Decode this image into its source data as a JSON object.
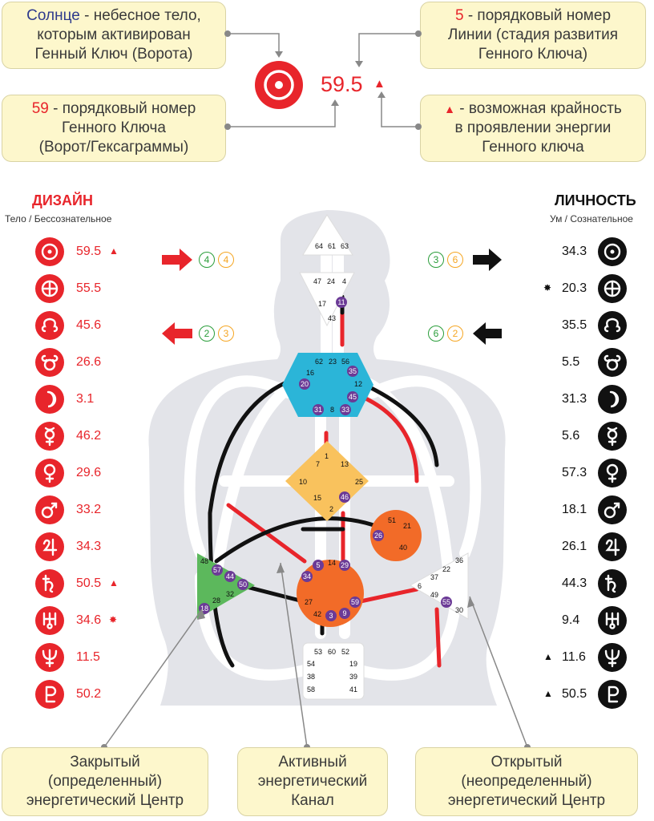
{
  "callouts": {
    "sun": {
      "p1": "Солнце",
      "p2": " - небесное тело,\nкоторым активирован\nГенный Ключ (Ворота)"
    },
    "line": {
      "p1": "5",
      "p2": " - порядковый номер\nЛинии (стадия развития\nГенного Ключа)"
    },
    "gate": {
      "p1": "59",
      "p2": " - порядковый номер\nГенного Ключа\n(Ворот/Гексаграммы)"
    },
    "extreme": {
      "p1": "▲",
      "p2": " - возможная крайность\nв проявлении энергии\nГенного ключа"
    }
  },
  "center_example": {
    "value": "59.5",
    "marker": "▲"
  },
  "design": {
    "title": "ДИЗАЙН",
    "subtitle": "Тело / Бессознательное",
    "rows": [
      {
        "planet": "sun-icon",
        "value": "59.5",
        "mark": "▲"
      },
      {
        "planet": "earth-icon",
        "value": "55.5",
        "mark": ""
      },
      {
        "planet": "north-node-icon",
        "value": "45.6",
        "mark": ""
      },
      {
        "planet": "south-node-icon",
        "value": "26.6",
        "mark": ""
      },
      {
        "planet": "moon-icon",
        "value": "3.1",
        "mark": ""
      },
      {
        "planet": "mercury-icon",
        "value": "46.2",
        "mark": ""
      },
      {
        "planet": "venus-icon",
        "value": "29.6",
        "mark": ""
      },
      {
        "planet": "mars-icon",
        "value": "33.2",
        "mark": ""
      },
      {
        "planet": "jupiter-icon",
        "value": "34.3",
        "mark": ""
      },
      {
        "planet": "saturn-icon",
        "value": "50.5",
        "mark": "▲"
      },
      {
        "planet": "uranus-icon",
        "value": "34.6",
        "mark": "✸"
      },
      {
        "planet": "neptune-icon",
        "value": "11.5",
        "mark": ""
      },
      {
        "planet": "pluto-icon",
        "value": "50.2",
        "mark": ""
      }
    ],
    "arrow_top": {
      "a": "4",
      "b": "4"
    },
    "arrow_bottom": {
      "a": "2",
      "b": "3"
    }
  },
  "personality": {
    "title": "ЛИЧНОСТЬ",
    "subtitle": "Ум / Сознательное",
    "rows": [
      {
        "planet": "sun-icon",
        "value": "34.3",
        "mark": ""
      },
      {
        "planet": "earth-icon",
        "value": "20.3",
        "mark": "✸"
      },
      {
        "planet": "north-node-icon",
        "value": "35.5",
        "mark": ""
      },
      {
        "planet": "south-node-icon",
        "value": "5.5",
        "mark": ""
      },
      {
        "planet": "moon-icon",
        "value": "31.3",
        "mark": ""
      },
      {
        "planet": "mercury-icon",
        "value": "5.6",
        "mark": ""
      },
      {
        "planet": "venus-icon",
        "value": "57.3",
        "mark": ""
      },
      {
        "planet": "mars-icon",
        "value": "18.1",
        "mark": ""
      },
      {
        "planet": "jupiter-icon",
        "value": "26.1",
        "mark": ""
      },
      {
        "planet": "saturn-icon",
        "value": "44.3",
        "mark": ""
      },
      {
        "planet": "uranus-icon",
        "value": "9.4",
        "mark": ""
      },
      {
        "planet": "neptune-icon",
        "value": "11.6",
        "mark": "▲"
      },
      {
        "planet": "pluto-icon",
        "value": "50.5",
        "mark": "▲"
      }
    ],
    "arrow_top": {
      "a": "3",
      "b": "6"
    },
    "arrow_bottom": {
      "a": "6",
      "b": "2"
    }
  },
  "gates": {
    "head": [
      "64",
      "61",
      "63"
    ],
    "ajna": [
      "47",
      "24",
      "4",
      "17",
      "11",
      "43"
    ],
    "throat": [
      "62",
      "23",
      "56",
      "16",
      "35",
      "20",
      "12",
      "45",
      "31",
      "8",
      "33"
    ],
    "g": [
      "1",
      "7",
      "13",
      "10",
      "25",
      "15",
      "46",
      "2"
    ],
    "ego": [
      "51",
      "21",
      "26",
      "40"
    ],
    "spleen": [
      "48",
      "57",
      "44",
      "50",
      "32",
      "28",
      "18"
    ],
    "sacral": [
      "5",
      "14",
      "29",
      "34",
      "27",
      "42",
      "59",
      "3",
      "9"
    ],
    "solar": [
      "36",
      "22",
      "37",
      "6",
      "49",
      "55",
      "30"
    ],
    "root": [
      "53",
      "60",
      "52",
      "54",
      "19",
      "38",
      "39",
      "58",
      "41"
    ]
  },
  "bottom_callouts": {
    "closed": "Закрытый\n(определенный)\nэнергетический Центр",
    "channel": "Активный\nэнергетический\nКанал",
    "open": "Открытый\n(неопределенный)\nэнергетический Центр"
  },
  "colors": {
    "design": "#e8252b",
    "personality": "#111111",
    "throat": "#2bb5d8",
    "g": "#f9c25d",
    "ego": "#f26b28",
    "spleen": "#5cb85c",
    "sacral": "#f26b28",
    "gate_active": "#6b3a96",
    "line_green": "#2a9d3a",
    "line_orange": "#f5a623"
  }
}
